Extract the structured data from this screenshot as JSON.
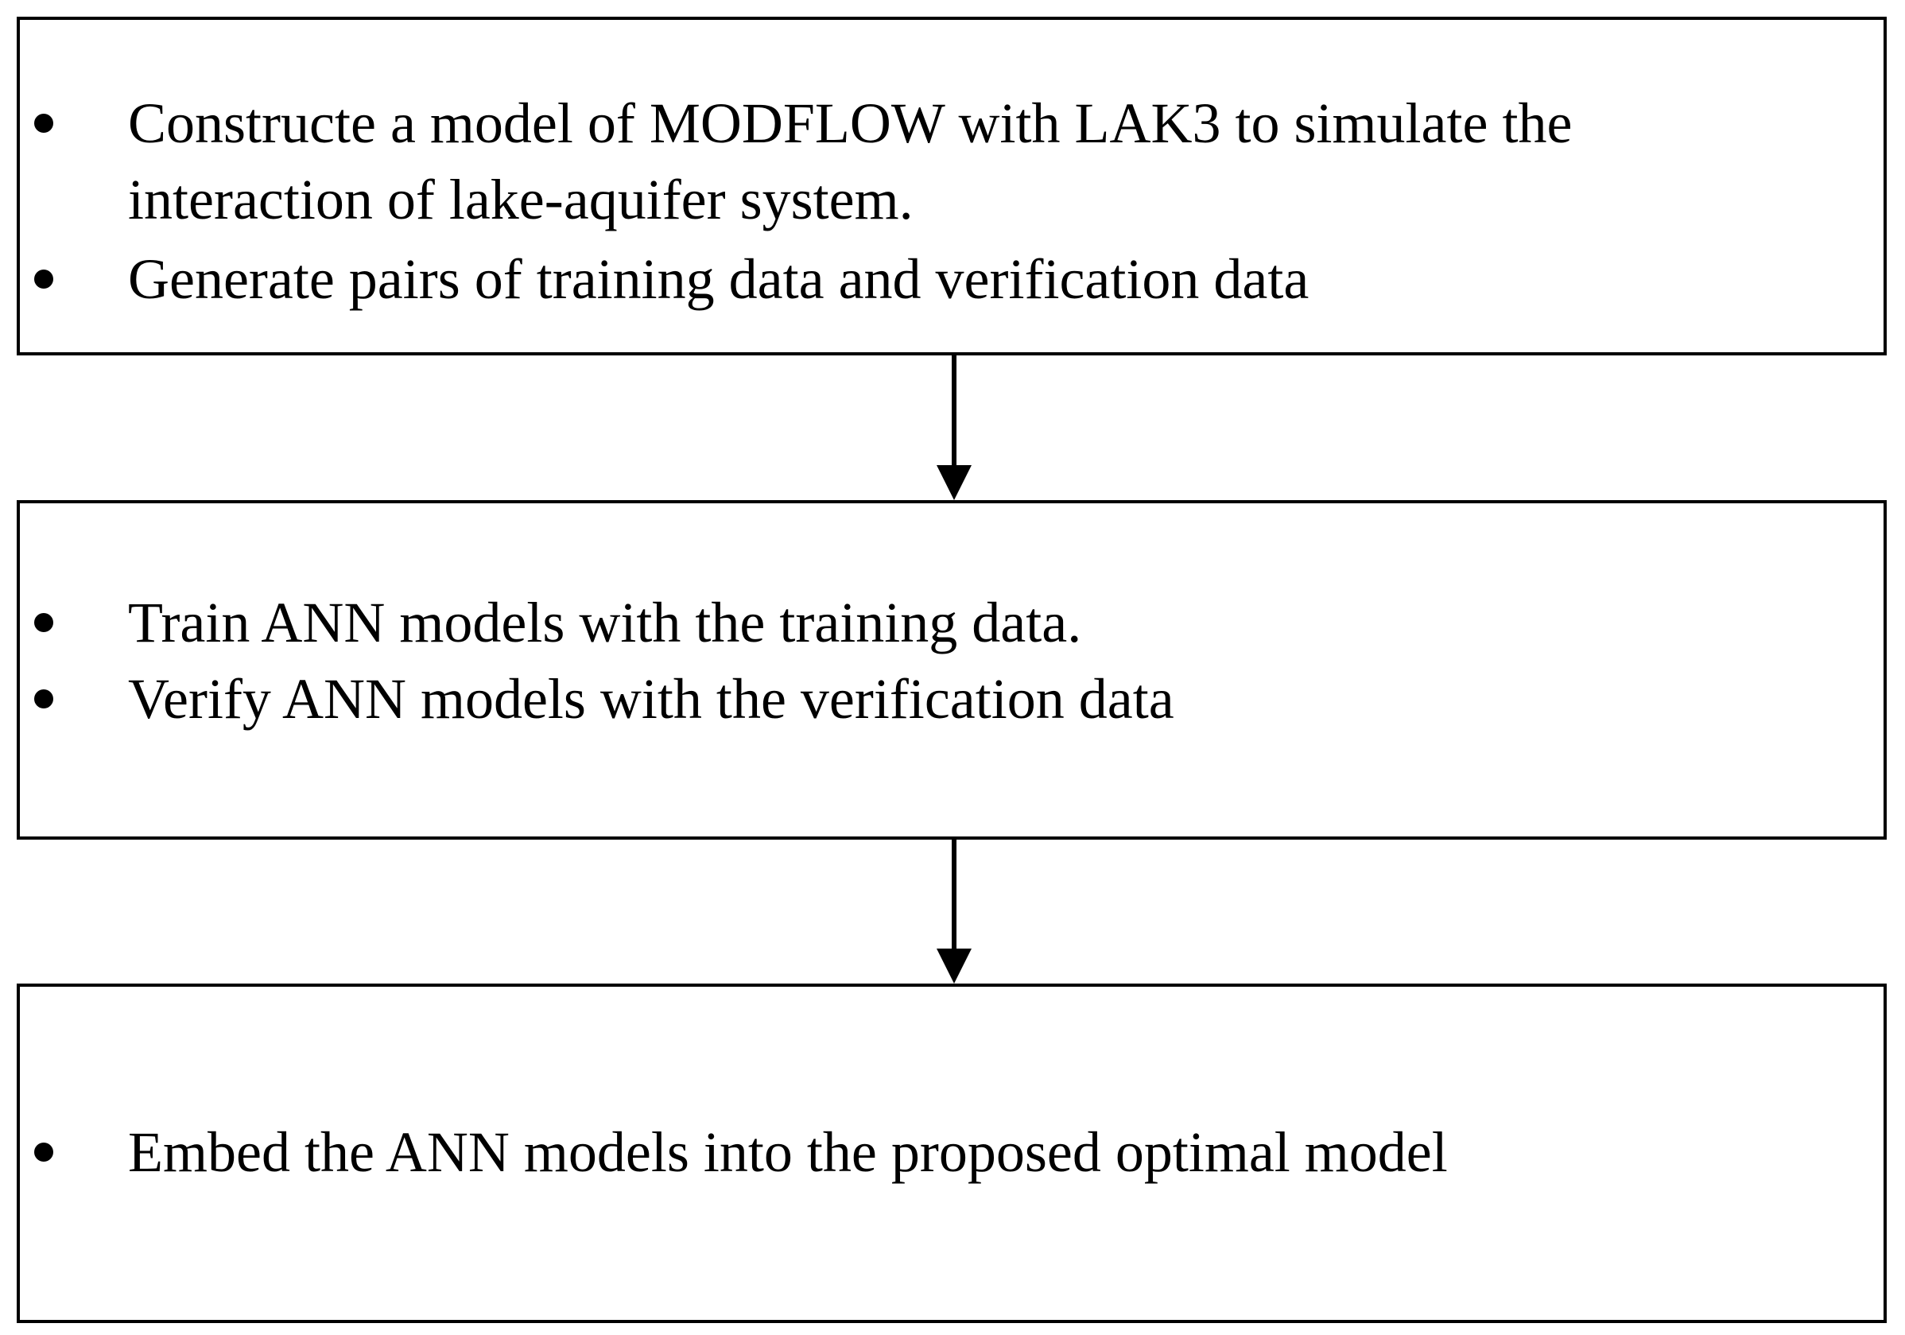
{
  "steps": [
    {
      "items": [
        "Constructe a model of MODFLOW with LAK3 to simulate the\ninteraction of lake-aquifer system.",
        "Generate pairs of training data and verification data"
      ]
    },
    {
      "items": [
        "Train ANN models with the training data.",
        "Verify ANN models with the verification data"
      ]
    },
    {
      "items": [
        "Embed the ANN models into the proposed optimal model"
      ]
    }
  ],
  "colors": {
    "stroke": "#000000",
    "background": "#ffffff"
  },
  "icons": {
    "bullet": "bullet-dot-icon",
    "arrow": "arrow-down-icon"
  }
}
